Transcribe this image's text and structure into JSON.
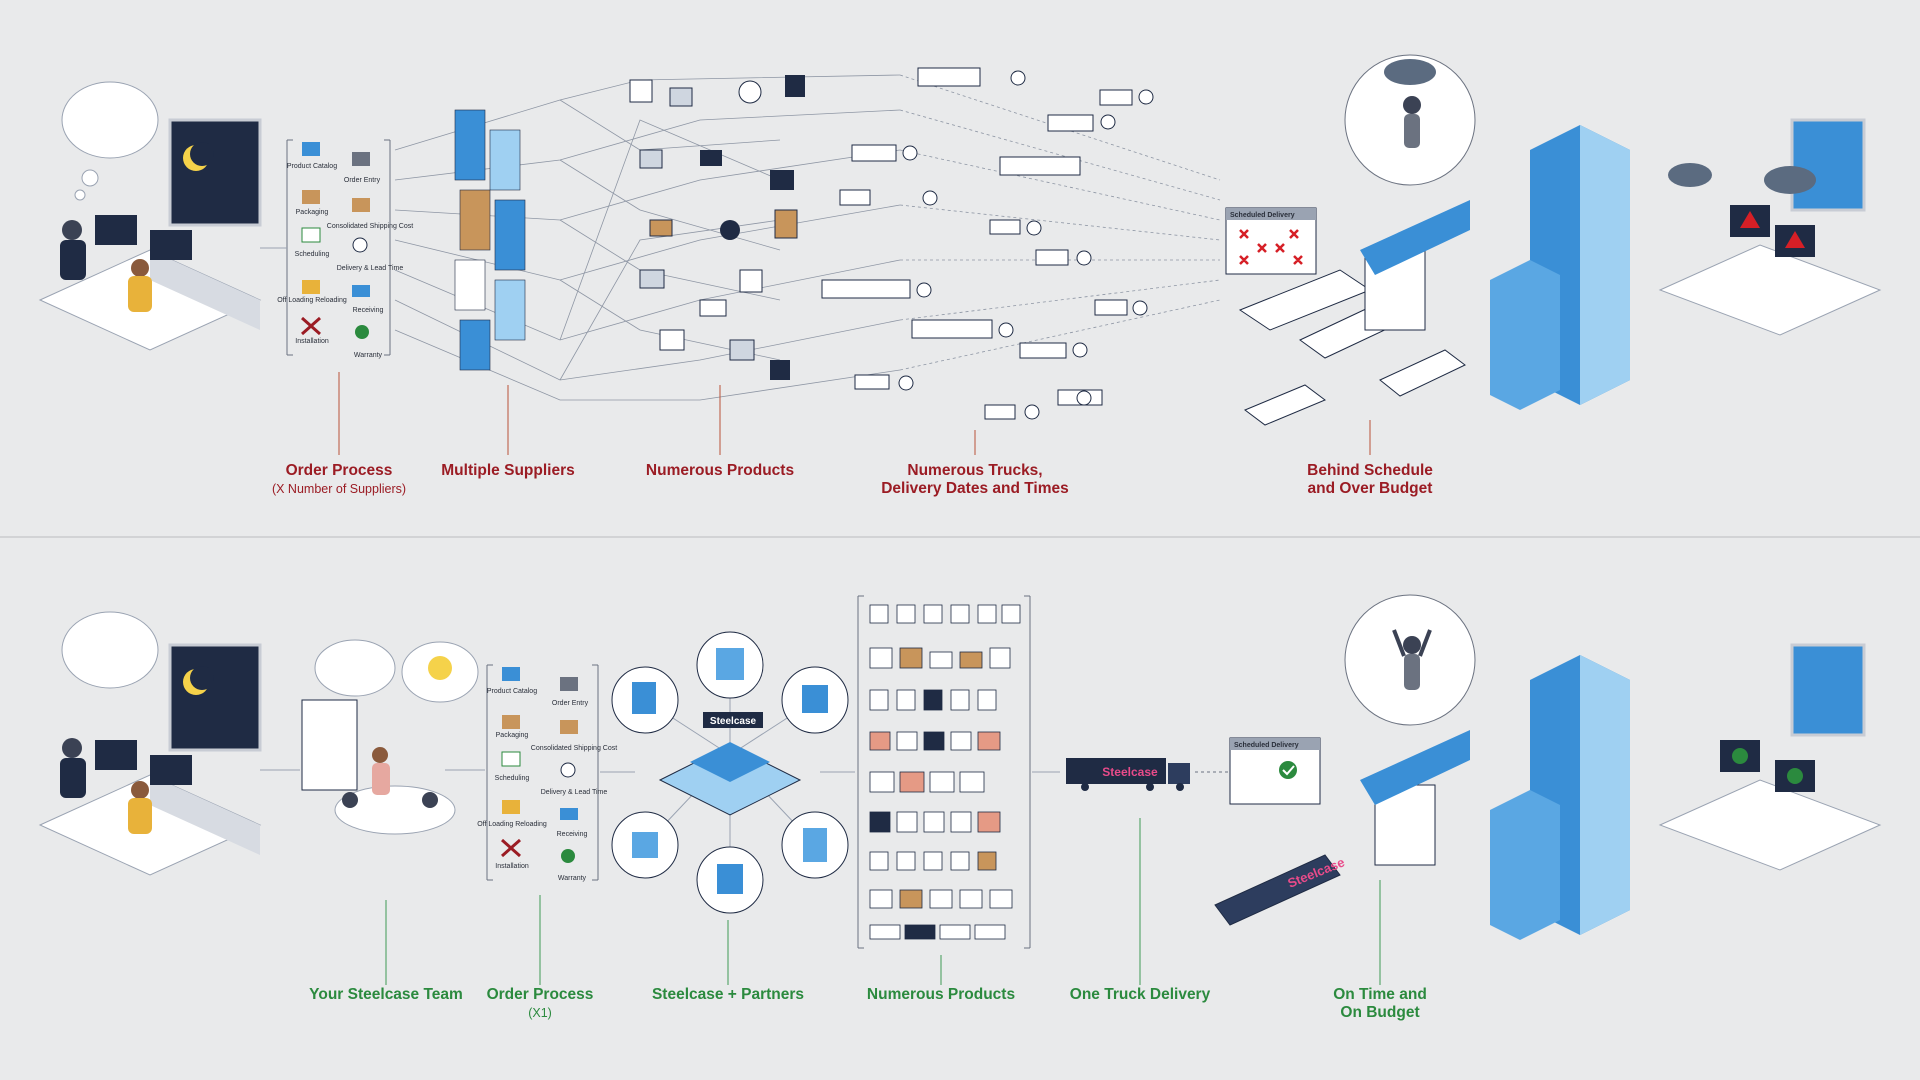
{
  "top_flow": {
    "labels": {
      "order_process": "Order Process",
      "order_process_sub": "(X Number of Suppliers)",
      "suppliers": "Multiple Suppliers",
      "products": "Numerous Products",
      "trucks_line1": "Numerous Trucks,",
      "trucks_line2": "Delivery Dates and Times",
      "outcome_line1": "Behind Schedule",
      "outcome_line2": "and Over Budget"
    },
    "process_steps": {
      "product_catalog": "Product Catalog",
      "order_entry": "Order Entry",
      "packaging": "Packaging",
      "consolidated_shipping": "Consolidated Shipping Cost",
      "scheduling": "Scheduling",
      "delivery_lead_time": "Delivery & Lead Time",
      "off_loading": "Off Loading Reloading",
      "receiving": "Receiving",
      "installation": "Installation",
      "warranty": "Warranty"
    },
    "calendar_title": "Scheduled Delivery"
  },
  "bottom_flow": {
    "labels": {
      "team": "Your Steelcase Team",
      "order_process": "Order Process",
      "order_process_sub": "(X1)",
      "partners": "Steelcase + Partners",
      "products": "Numerous Products",
      "delivery": "One Truck Delivery",
      "outcome_line1": "On Time and",
      "outcome_line2": "On Budget"
    },
    "process_steps": {
      "product_catalog": "Product Catalog",
      "order_entry": "Order Entry",
      "packaging": "Packaging",
      "consolidated_shipping": "Consolidated Shipping Cost",
      "scheduling": "Scheduling",
      "delivery_lead_time": "Delivery & Lead Time",
      "off_loading": "Off Loading Reloading",
      "receiving": "Receiving",
      "installation": "Installation",
      "warranty": "Warranty"
    },
    "brand": "Steelcase",
    "calendar_title": "Scheduled Delivery"
  },
  "colors": {
    "background": "#e9eaeb",
    "navy": "#1f2b44",
    "blue": "#3a8fd6",
    "light_blue": "#9fd0f2",
    "problem_red": "#9b1c24",
    "success_green": "#2b8a3e"
  }
}
